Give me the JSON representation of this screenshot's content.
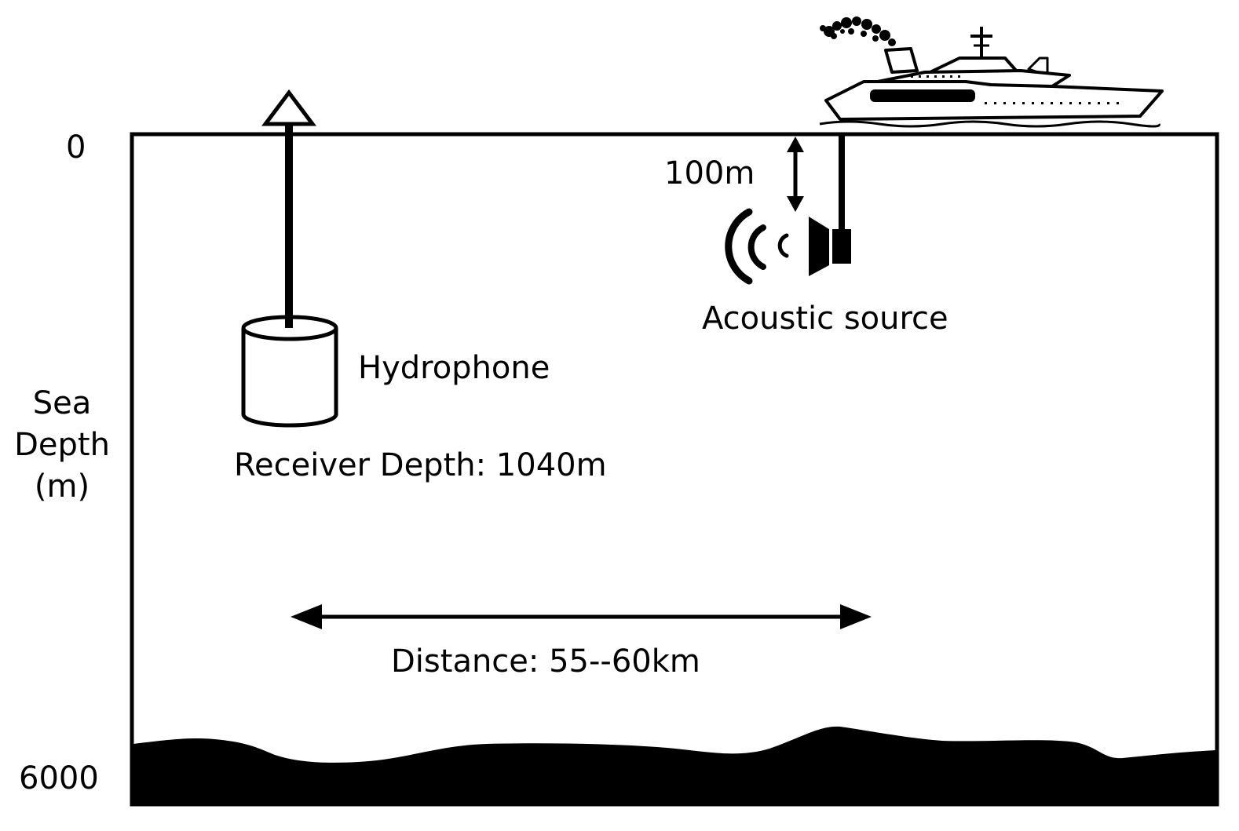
{
  "axis": {
    "top_value": "0",
    "bottom_value": "6000",
    "label_line1": "Sea",
    "label_line2": "Depth",
    "label_line3": "(m)"
  },
  "labels": {
    "source_depth": "100m",
    "source": "Acoustic source",
    "hydrophone": "Hydrophone",
    "receiver_depth": "Receiver Depth: 1040m",
    "distance": "Distance: 55--60km"
  },
  "colors": {
    "ink": "#000000",
    "background": "#ffffff"
  },
  "icons": [
    "ship-icon",
    "speaker-icon",
    "sound-waves-icon",
    "buoy-marker-icon",
    "hydrophone-icon"
  ]
}
